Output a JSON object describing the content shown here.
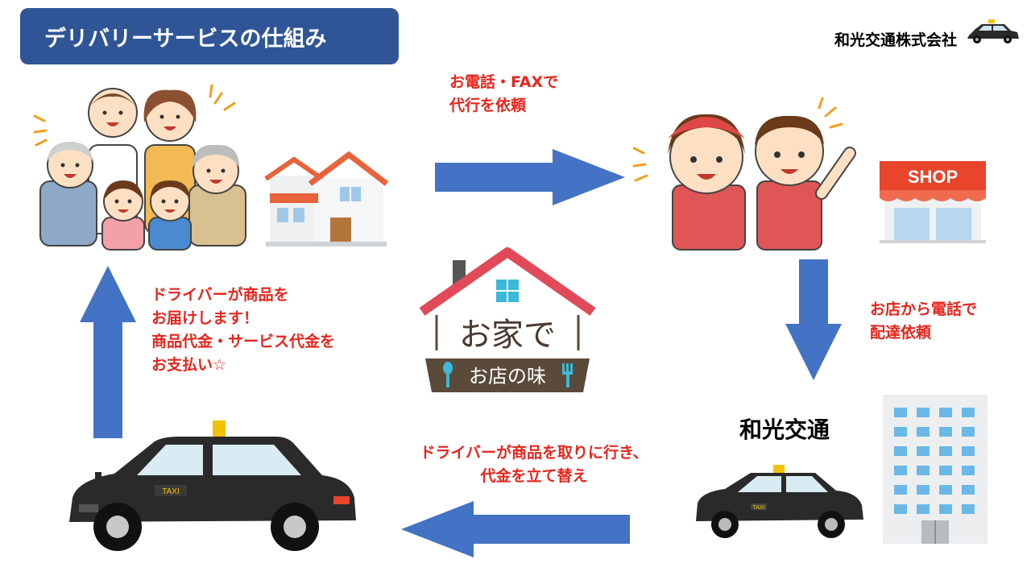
{
  "title": "デリバリーサービスの仕組み",
  "company": "和光交通株式会社",
  "step_phone_fax": [
    "お電話・FAXで",
    "代行を依頼"
  ],
  "step_store_call": [
    "お店から電話で",
    "配達依頼"
  ],
  "step_pickup": [
    "ドライバーが商品を取りに行き、",
    "代金を立て替え"
  ],
  "step_delivery": [
    "ドライバーが商品を",
    "お届けします！",
    "商品代金・サービス代金を",
    "お支払い☆"
  ],
  "wako_label": "和光交通",
  "shop_sign": "SHOP",
  "logo": {
    "main": "お家で",
    "sub": "お店の味"
  },
  "taxi_sign": "TAXI",
  "colors": {
    "title_bg": "#2f5597",
    "arrow": "#4472c4",
    "text_red": "#e8251c"
  }
}
